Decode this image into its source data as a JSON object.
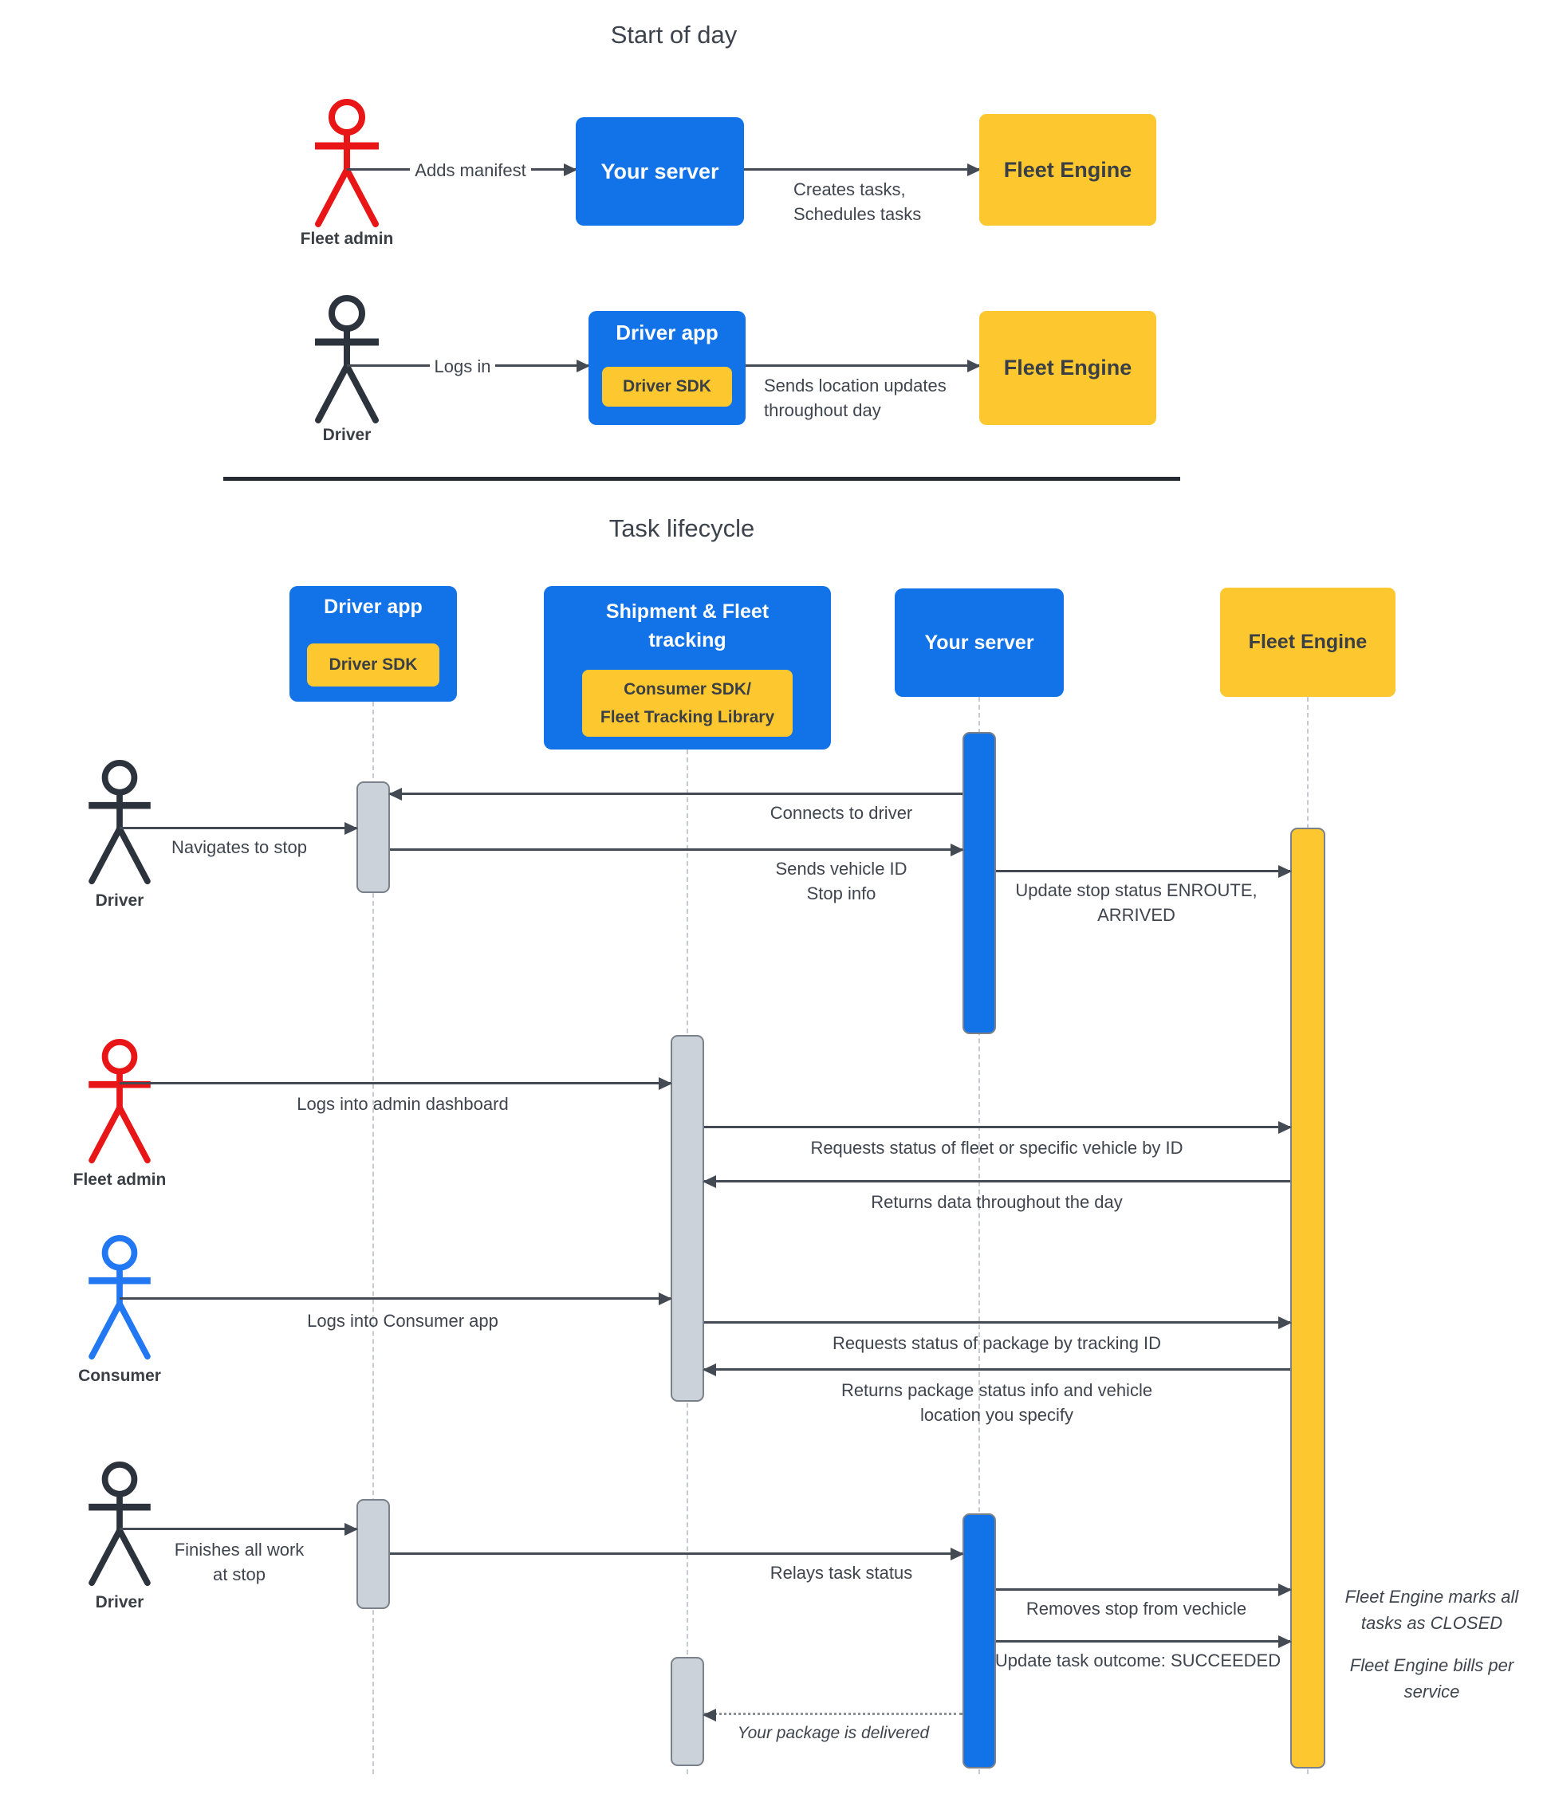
{
  "colors": {
    "blue": "#1272e8",
    "yellow": "#fdc72f",
    "activation_gray": "#ccd2da",
    "bar_border": "#7b818a",
    "text": "#3f454e",
    "arrow": "#434a54",
    "actor_red": "#e81616",
    "actor_black": "#2d333c",
    "actor_blue": "#2278f2",
    "lifeline": "#c6cad2"
  },
  "icons": {
    "actor": "stick-figure-icon"
  },
  "start_of_day": {
    "title": "Start of day",
    "fleet_admin_label": "Fleet admin",
    "driver_label": "Driver",
    "adds_manifest": "Adds manifest",
    "your_server": "Your server",
    "creates_tasks_1": "Creates tasks,",
    "creates_tasks_2": "Schedules tasks",
    "fleet_engine": "Fleet Engine",
    "logs_in": "Logs in",
    "driver_app": "Driver app",
    "driver_sdk": "Driver SDK",
    "sends_updates_1": "Sends location updates",
    "sends_updates_2": "throughout day"
  },
  "lifecycle": {
    "title": "Task lifecycle",
    "columns": {
      "driver_app": {
        "title": "Driver app",
        "chip": "Driver SDK"
      },
      "tracking": {
        "title_1": "Shipment & Fleet",
        "title_2": "tracking",
        "chip_1": "Consumer SDK/",
        "chip_2": "Fleet Tracking Library"
      },
      "your_server": {
        "title": "Your server"
      },
      "fleet_engine": {
        "title": "Fleet Engine"
      }
    },
    "actors": {
      "driver_top": "Driver",
      "fleet_admin": "Fleet admin",
      "consumer": "Consumer",
      "driver_bottom": "Driver"
    },
    "messages": {
      "connects": "Connects to driver",
      "navigates": "Navigates to stop",
      "sends_vehicle_1": "Sends vehicle ID",
      "sends_vehicle_2": "Stop info",
      "update_stop_1": "Update stop status ENROUTE,",
      "update_stop_2": "ARRIVED",
      "admin_login": "Logs into admin dashboard",
      "req_fleet": "Requests status of fleet or specific vehicle by ID",
      "ret_data": "Returns data throughout the day",
      "consumer_login": "Logs into Consumer app",
      "req_pkg": "Requests status of package  by tracking ID",
      "ret_pkg_1": "Returns package status info and vehicle",
      "ret_pkg_2": "location you specify",
      "finishes_1": "Finishes all work",
      "finishes_2": "at stop",
      "relays": "Relays task status",
      "removes": "Removes stop from vechicle",
      "outcome": "Update task outcome: SUCCEEDED",
      "delivered": "Your package is delivered"
    },
    "notes": {
      "closed_1": "Fleet Engine marks all",
      "closed_2": "tasks as CLOSED",
      "bills_1": "Fleet Engine bills per",
      "bills_2": "service"
    }
  }
}
